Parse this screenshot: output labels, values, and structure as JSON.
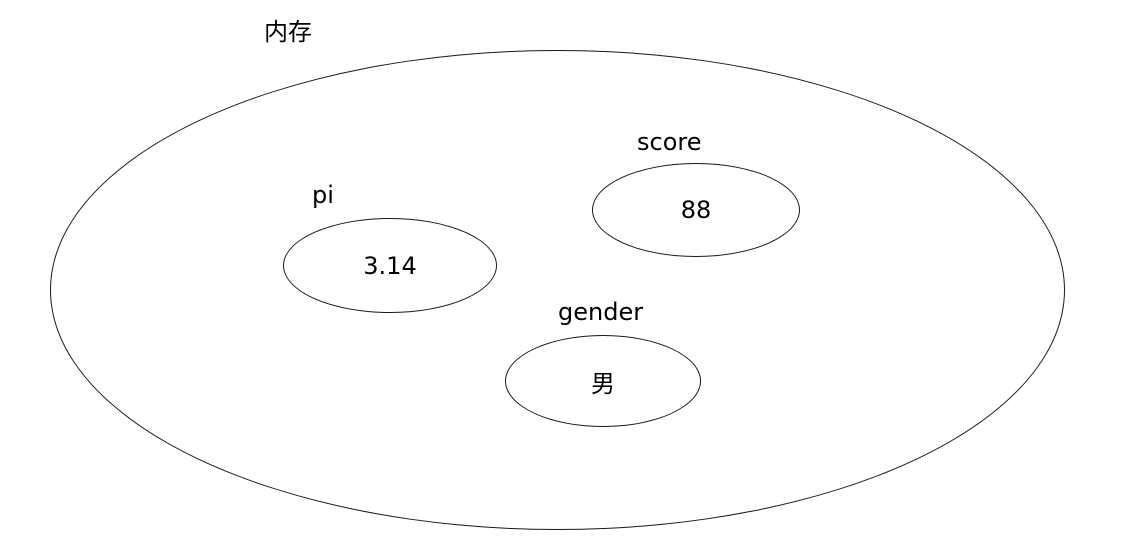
{
  "diagram": {
    "title": "内存",
    "nodes": [
      {
        "label": "pi",
        "value": "3.14"
      },
      {
        "label": "score",
        "value": "88"
      },
      {
        "label": "gender",
        "value": "男"
      }
    ],
    "colors": {
      "stroke": "#1a1a1a",
      "background": "#ffffff",
      "text": "#000000"
    }
  }
}
